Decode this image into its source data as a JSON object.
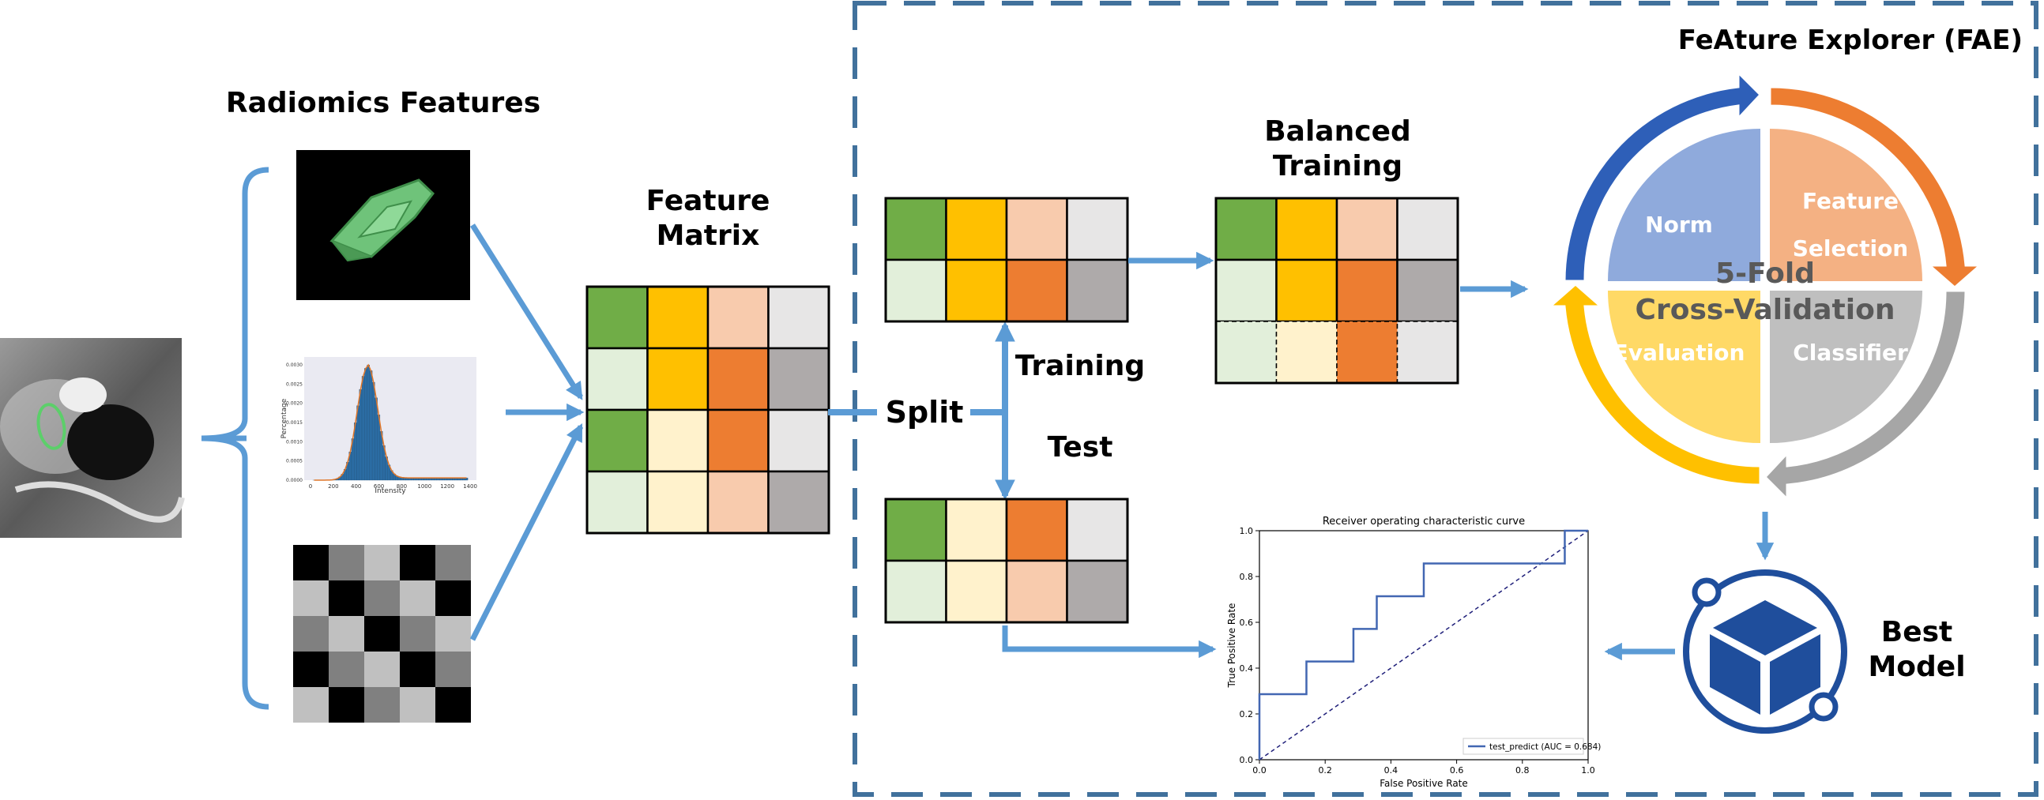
{
  "colors": {
    "green": "#70AD47",
    "green_light": "#E2EFDA",
    "gold": "#FFC000",
    "gold_light": "#FFF2CC",
    "orange": "#ED7D31",
    "orange_light": "#F8CBAD",
    "gray_light": "#E7E6E6",
    "gray_dark": "#AEAAAA",
    "arrow": "#5B9BD5",
    "dash": "#41719C",
    "norm": "#8FAADC",
    "selection": "#F4B183",
    "classifier": "#BFBFBF",
    "evaluation": "#FFD966",
    "best_model": "#1F4E9C"
  },
  "labels": {
    "radiomics_features": "Radiomics Features",
    "feature_matrix_1": "Feature",
    "feature_matrix_2": "Matrix",
    "split": "Split",
    "training": "Training",
    "test": "Test",
    "balanced_1": "Balanced",
    "balanced_2": "Training",
    "fae_title": "FeAture Explorer (FAE)",
    "norm": "Norm",
    "feature_sel_1": "Feature",
    "feature_sel_2": "Selection",
    "classifier": "Classifier",
    "evaluation": "Evaluation",
    "cv_1": "5-Fold",
    "cv_2": "Cross-Validation",
    "best_1": "Best",
    "best_2": "Model"
  },
  "histogram": {
    "xlabel": "Intensity",
    "ylabel": "Percentage",
    "xticks": [
      "0",
      "200",
      "400",
      "600",
      "800",
      "1000",
      "1200",
      "1400"
    ],
    "yticks": [
      "0.0000",
      "0.0005",
      "0.0010",
      "0.0015",
      "0.0020",
      "0.0025",
      "0.0030"
    ]
  },
  "texture": {
    "rows": [
      [
        "#000000",
        "#808080",
        "#c0c0c0",
        "#000000",
        "#808080"
      ],
      [
        "#c0c0c0",
        "#000000",
        "#808080",
        "#c0c0c0",
        "#000000"
      ],
      [
        "#808080",
        "#c0c0c0",
        "#000000",
        "#808080",
        "#c0c0c0"
      ],
      [
        "#000000",
        "#808080",
        "#c0c0c0",
        "#000000",
        "#808080"
      ],
      [
        "#c0c0c0",
        "#000000",
        "#808080",
        "#c0c0c0",
        "#000000"
      ]
    ]
  },
  "matrices": {
    "feature": [
      [
        "green",
        "gold",
        "orange_light",
        "gray_light"
      ],
      [
        "green_light",
        "gold",
        "orange",
        "gray_dark"
      ],
      [
        "green",
        "gold_light",
        "orange",
        "gray_light"
      ],
      [
        "green_light",
        "gold_light",
        "orange_light",
        "gray_dark"
      ]
    ],
    "training": [
      [
        "green",
        "gold",
        "orange_light",
        "gray_light"
      ],
      [
        "green_light",
        "gold",
        "orange",
        "gray_dark"
      ]
    ],
    "test": [
      [
        "green",
        "gold_light",
        "orange",
        "gray_light"
      ],
      [
        "green_light",
        "gold_light",
        "orange_light",
        "gray_dark"
      ]
    ],
    "balanced": [
      [
        "green",
        "gold",
        "orange_light",
        "gray_light"
      ],
      [
        "green_light",
        "gold",
        "orange",
        "gray_dark"
      ],
      [
        "green_light",
        "gold_light",
        "orange",
        "gray_light"
      ]
    ]
  },
  "chart_data": {
    "type": "line",
    "title": "Receiver operating characteristic curve",
    "xlabel": "False Positive Rate",
    "ylabel": "True Positive Rate",
    "xlim": [
      0,
      1
    ],
    "ylim": [
      0,
      1
    ],
    "xticks": [
      "0.0",
      "0.2",
      "0.4",
      "0.6",
      "0.8",
      "1.0"
    ],
    "yticks": [
      "0.0",
      "0.2",
      "0.4",
      "0.6",
      "0.8",
      "1.0"
    ],
    "legend": "bottom-right",
    "series": [
      {
        "name": "test_predict (AUC = 0.684)",
        "x": [
          0,
          0,
          0.143,
          0.143,
          0.286,
          0.286,
          0.357,
          0.357,
          0.5,
          0.5,
          0.929,
          0.929,
          1.0,
          1.0
        ],
        "y": [
          0,
          0.286,
          0.286,
          0.429,
          0.429,
          0.571,
          0.571,
          0.714,
          0.714,
          0.857,
          0.857,
          1.0,
          1.0,
          1.0
        ]
      }
    ],
    "reference": {
      "x": [
        0,
        1
      ],
      "y": [
        0,
        1
      ],
      "style": "dashed"
    }
  }
}
